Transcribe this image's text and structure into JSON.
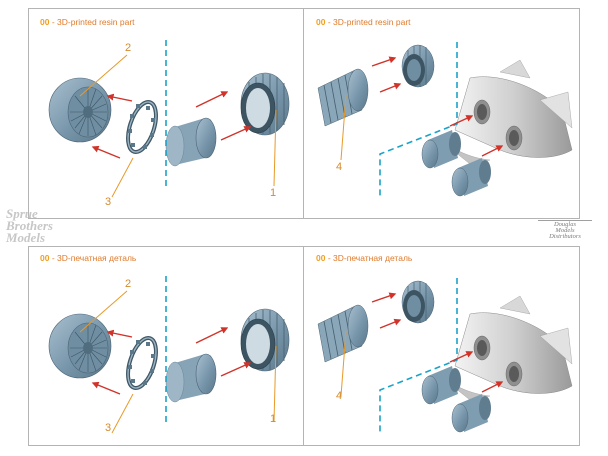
{
  "panels": [
    {
      "code": "00",
      "sep": " - ",
      "text": "3D-printed resin part"
    },
    {
      "code": "00",
      "sep": " - ",
      "text": "3D-printed resin part"
    },
    {
      "code": "00",
      "sep": " - ",
      "text": "3D-печатная деталь"
    },
    {
      "code": "00",
      "sep": " - ",
      "text": "3D-печатная деталь"
    }
  ],
  "callouts": {
    "one": "1",
    "two": "2",
    "three": "3",
    "four": "4"
  },
  "watermark": {
    "line1": "Sprue",
    "line2": "Brothers",
    "line3": "Models"
  },
  "distributor": {
    "line1": "Douglas",
    "line2": "Models",
    "line3": "Distributors"
  },
  "colors": {
    "part": "#7d9bb0",
    "arrow": "#d0332a",
    "dash": "#1aa3c8",
    "number": "#d68a2a",
    "label": "#e07a2a"
  }
}
